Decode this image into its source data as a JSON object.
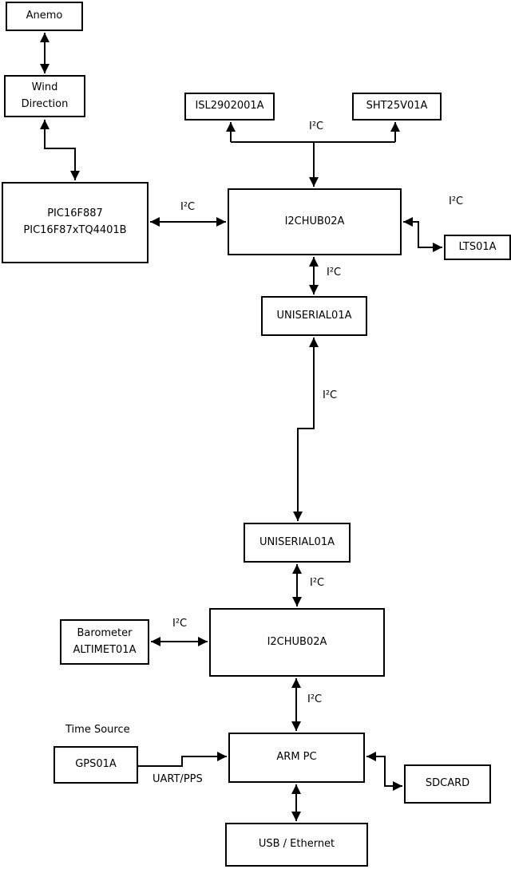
{
  "diagram": {
    "nodes": {
      "anemo": {
        "label": "Anemo"
      },
      "wind_direction": {
        "label": "Wind\nDirection"
      },
      "pic": {
        "label": "PIC16F887\nPIC16F87xTQ4401B"
      },
      "isl": {
        "label": "ISL2902001A"
      },
      "sht": {
        "label": "SHT25V01A"
      },
      "i2chub_top": {
        "label": "I2CHUB02A"
      },
      "lts": {
        "label": "LTS01A"
      },
      "uniserial_top": {
        "label": "UNISERIAL01A"
      },
      "uniserial_bottom": {
        "label": "UNISERIAL01A"
      },
      "i2chub_bottom": {
        "label": "I2CHUB02A"
      },
      "barometer": {
        "label": "Barometer\nALTIMET01A"
      },
      "arm_pc": {
        "label": "ARM PC"
      },
      "gps": {
        "label": "GPS01A"
      },
      "sdcard": {
        "label": "SDCARD"
      },
      "usb_ethernet": {
        "label": "USB / Ethernet"
      }
    },
    "edge_labels": {
      "i2c_sensors": "I²C",
      "i2c_pic_hub": "I²C",
      "i2c_hub_lts": "I²C",
      "i2c_hub_uniserial": "I²C",
      "i2c_uniserial_link": "I²C",
      "i2c_uniserial_hub2": "I²C",
      "i2c_barometer_hub2": "I²C",
      "i2c_hub2_armpc": "I²C",
      "time_source": "Time Source",
      "uart_pps": "UART/PPS"
    },
    "colors": {
      "line": "#000000",
      "box_bg": "#ffffff",
      "text": "#000000",
      "background": "#ffffff"
    }
  }
}
